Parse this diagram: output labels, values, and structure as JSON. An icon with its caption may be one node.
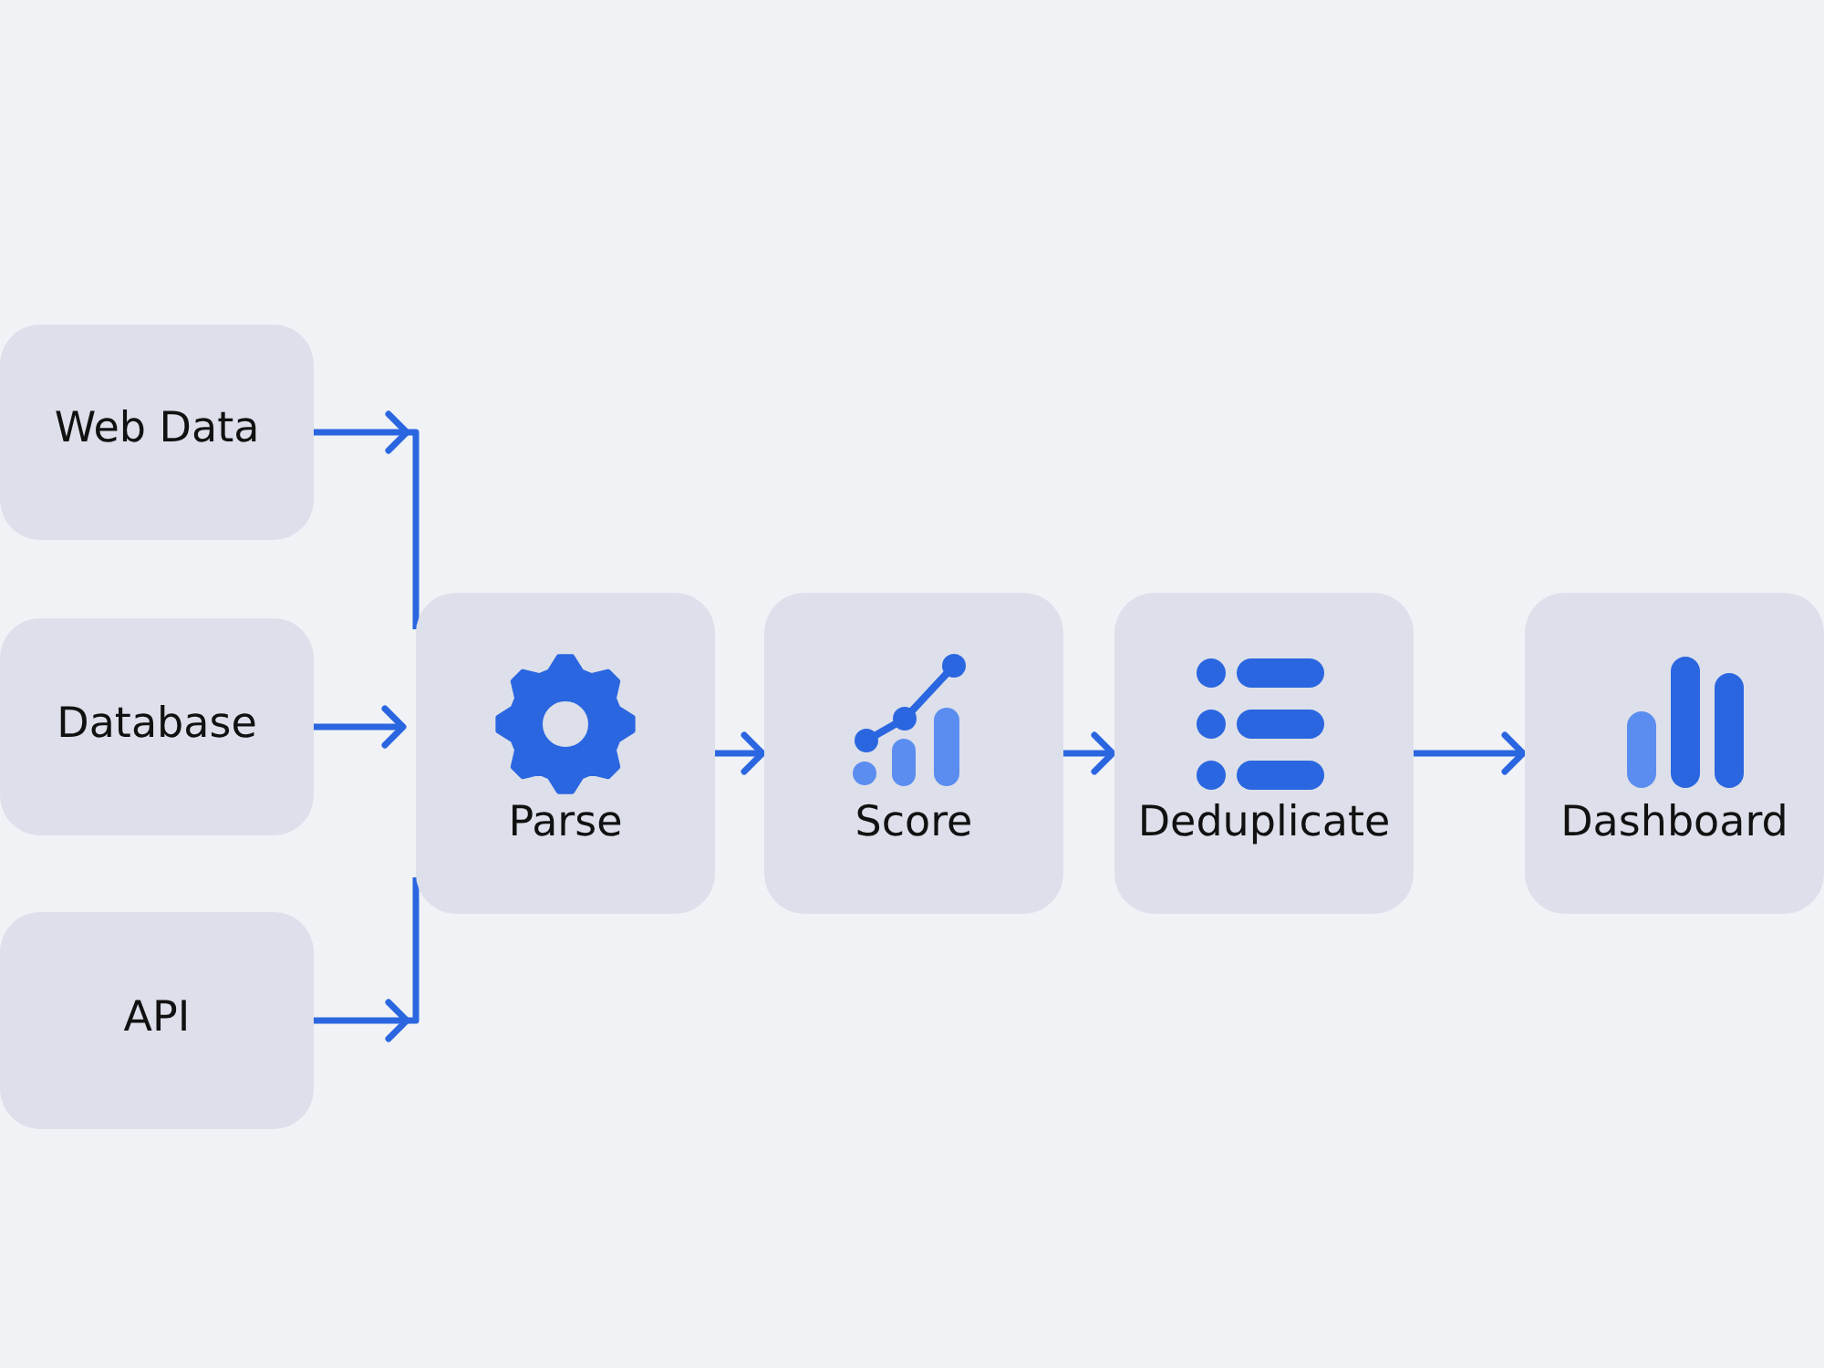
{
  "diagram": {
    "nodes": [
      {
        "text": [
          "Web Data"
        ]
      },
      {
        "text": [
          "Database"
        ]
      },
      {
        "text": [
          "API"
        ]
      },
      {
        "text": [
          "Parse"
        ]
      },
      {
        "text": [
          "Score"
        ]
      },
      {
        "text": [
          "Deduplicate"
        ]
      },
      {
        "text": [
          "Dashboard"
        ]
      }
    ],
    "edges": [
      {
        "from": 0,
        "to": 3,
        "arrow": "to"
      },
      {
        "from": 1,
        "to": 3,
        "arrow": "to"
      },
      {
        "from": 2,
        "to": 3,
        "arrow": "to"
      },
      {
        "from": 3,
        "to": 4,
        "arrow": "to"
      },
      {
        "from": 4,
        "to": 5,
        "arrow": "to"
      },
      {
        "from": 5,
        "to": 6,
        "arrow": "to"
      }
    ]
  }
}
